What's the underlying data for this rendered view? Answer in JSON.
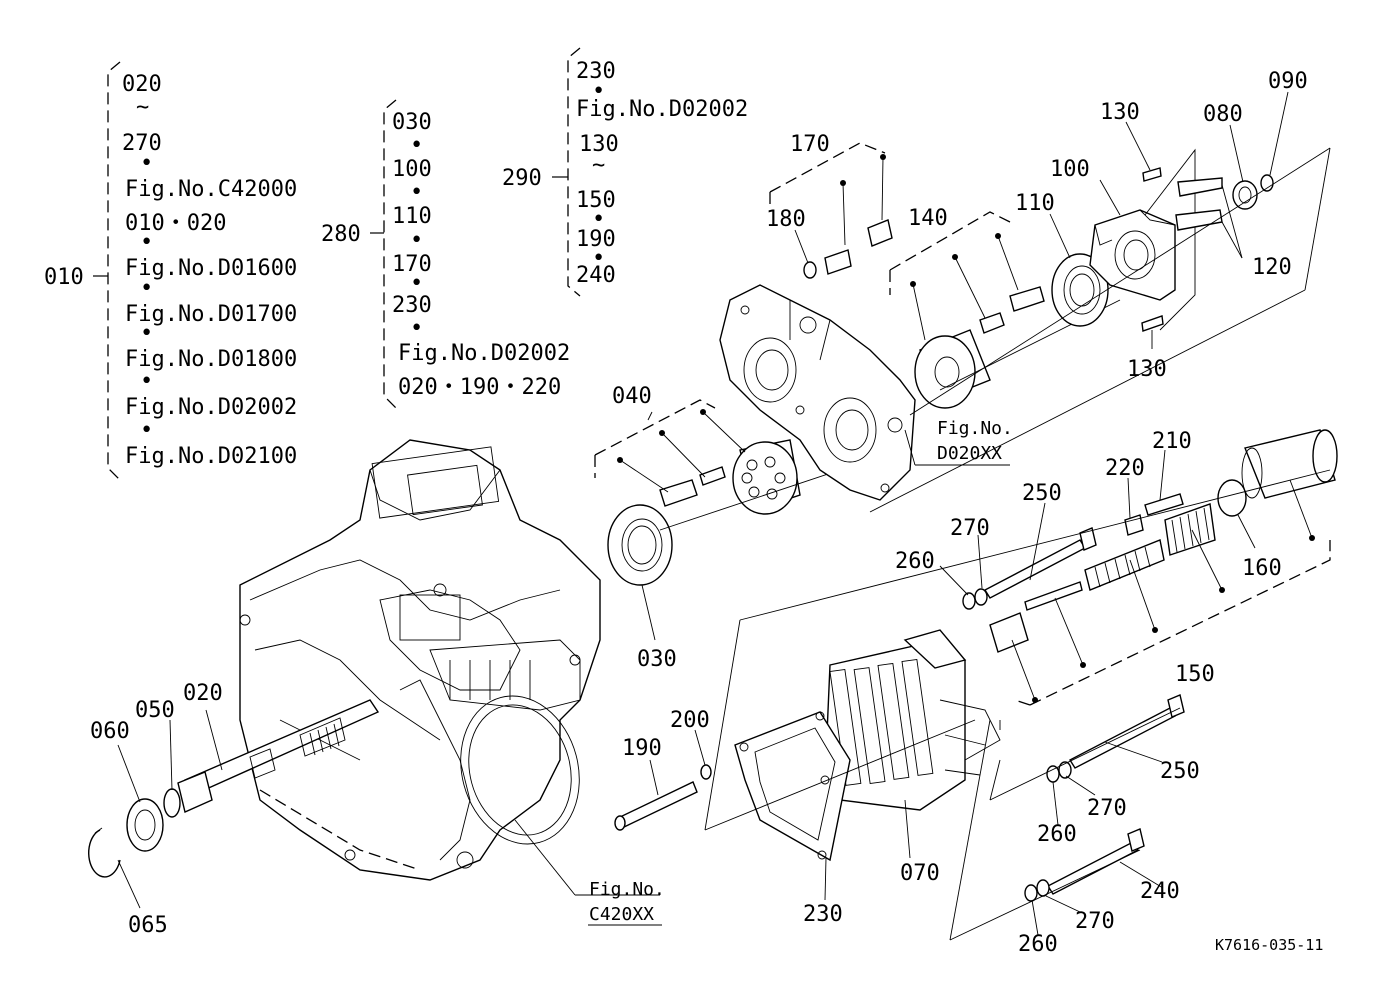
{
  "groups": {
    "g010": {
      "label": "010",
      "lines": [
        "020",
        "~",
        "270",
        "•",
        "Fig.No.C42000",
        "010・020",
        "•",
        "Fig.No.D01600",
        "•",
        "Fig.No.D01700",
        "•",
        "Fig.No.D01800",
        "•",
        "Fig.No.D02002",
        "•",
        "Fig.No.D02100"
      ]
    },
    "g280": {
      "label": "280",
      "lines": [
        "030",
        "•",
        "100",
        "•",
        "110",
        "•",
        "170",
        "•",
        "230",
        "•",
        "Fig.No.D02002",
        "020・190・220"
      ]
    },
    "g290": {
      "label": "290",
      "lines": [
        "230",
        "•",
        "Fig.No.D02002",
        "130",
        "~",
        "150",
        "•",
        "190",
        "•",
        "240"
      ]
    }
  },
  "callouts": {
    "p020a": "020",
    "p030": "030",
    "p040": "040",
    "p050": "050",
    "p060": "060",
    "p065": "065",
    "p070": "070",
    "p080": "080",
    "p090": "090",
    "p100": "100",
    "p110": "110",
    "p120": "120",
    "p130a": "130",
    "p130b": "130",
    "p140": "140",
    "p150": "150",
    "p160": "160",
    "p170": "170",
    "p180": "180",
    "p190": "190",
    "p200": "200",
    "p210": "210",
    "p220": "220",
    "p230": "230",
    "p240": "240",
    "p250a": "250",
    "p250b": "250",
    "p260a": "260",
    "p260b": "260",
    "p260c": "260",
    "p270a": "270",
    "p270b": "270",
    "p270c": "270"
  },
  "fig_refs": {
    "d020": {
      "line1": "Fig.No.",
      "line2": "D020XX"
    },
    "c420": {
      "line1": "Fig.No.",
      "line2": "C420XX"
    }
  },
  "drawing_code": "K7616-035-11"
}
